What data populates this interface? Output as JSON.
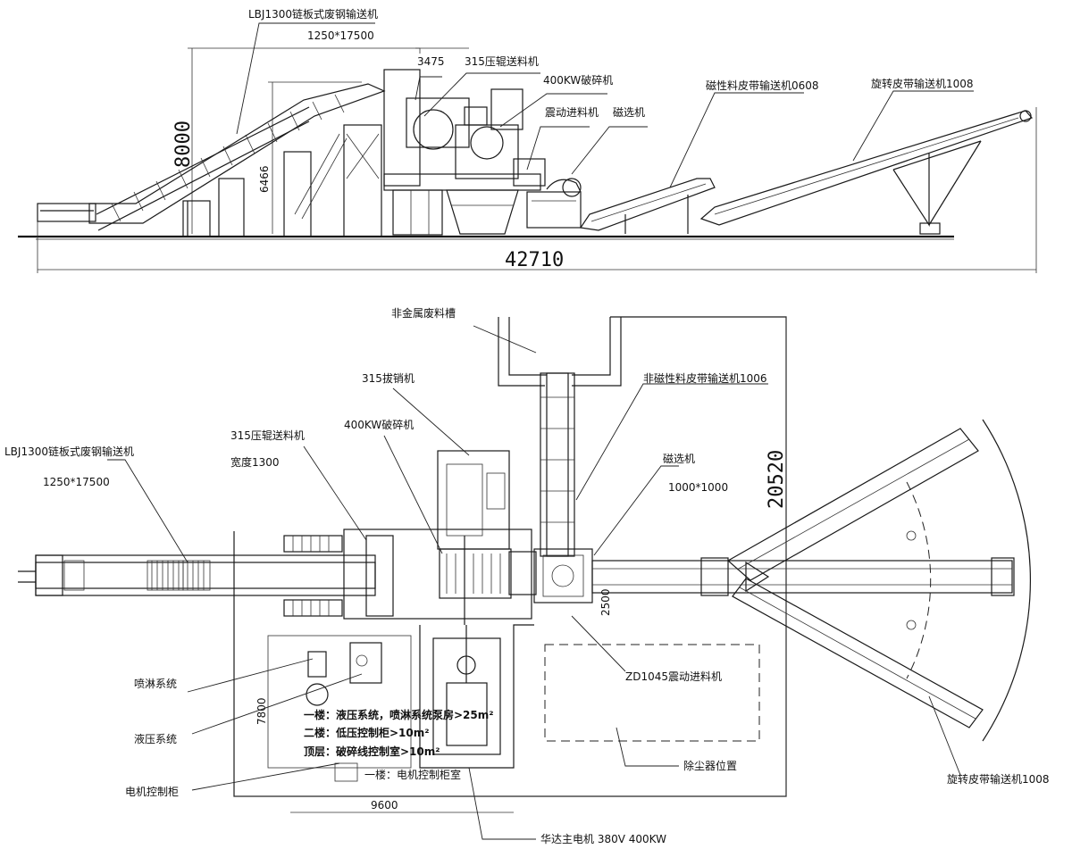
{
  "elevation": {
    "chain_conveyor": "LBJ1300链板式废钢输送机",
    "chain_conveyor_size": "1250*17500",
    "dim_3475": "3475",
    "roller_feeder": "315压辊送料机",
    "shredder": "400KW破碎机",
    "vibrating_feeder": "震动进料机",
    "magnetic_separator": "磁选机",
    "magnetic_belt": "磁性料皮带输送机0608",
    "rotating_belt": "旋转皮带输送机1008",
    "height_8000": "8000",
    "height_6466": "6466",
    "total_length": "42710"
  },
  "plan": {
    "nonmetal_trough": "非金属废料槽",
    "pin_puller": "315拔销机",
    "shredder": "400KW破碎机",
    "roller_feeder": "315压辊送料机",
    "roller_width": "宽度1300",
    "chain_conveyor": "LBJ1300链板式废钢输送机",
    "chain_conveyor_size": "1250*17500",
    "nonmagnetic_belt": "非磁性料皮带输送机1006",
    "magnetic_separator": "磁选机",
    "magnetic_separator_size": "1000*1000",
    "width_20520": "20520",
    "dim_2500": "2500",
    "vibrating_feeder": "ZD1045震动进料机",
    "spray_system": "喷淋系统",
    "hydraulic_system": "液压系统",
    "motor_cabinet": "电机控制柜",
    "floor1_note": "一楼：液压系统，喷淋系统泵房>25m²",
    "floor2_note": "二楼：低压控制柜>10m²",
    "top_note": "顶层：破碎线控制室>10m²",
    "floor1_cabinet": "一楼：电机控制柜室",
    "dust_collector": "除尘器位置",
    "rotating_belt": "旋转皮带输送机1008",
    "main_motor": "华达主电机 380V 400KW",
    "dim_9600": "9600",
    "dim_7800": "7800"
  }
}
